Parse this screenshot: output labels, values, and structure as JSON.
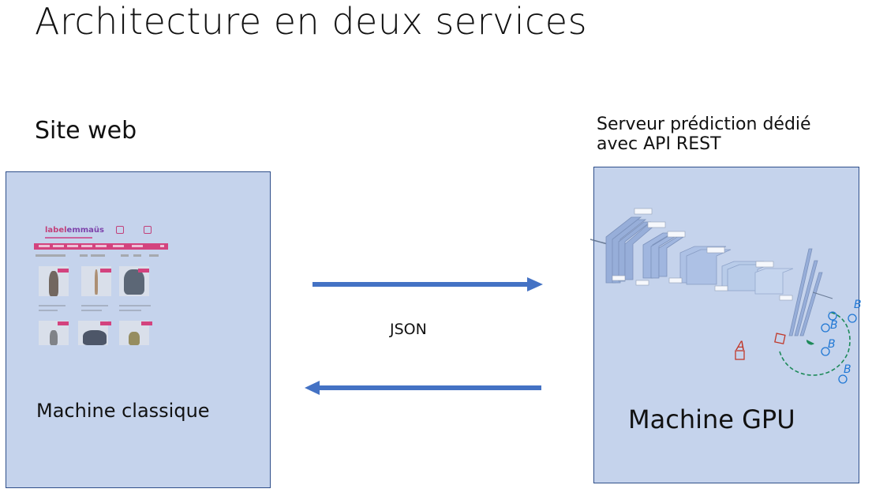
{
  "title": "Architecture en deux services",
  "left": {
    "heading": "Site web",
    "caption": "Machine classique",
    "thumbnail": {
      "logo_a": "label",
      "logo_b": "emmaüs"
    }
  },
  "right": {
    "heading_line1": "Serveur prédiction dédié",
    "heading_line2": "avec API REST",
    "caption": "Machine GPU",
    "classes": {
      "a": "A",
      "b": "B"
    }
  },
  "connection": {
    "label": "JSON",
    "arrow_color": "#4472c4"
  },
  "colors": {
    "box_fill": "#c5d3ec",
    "box_border": "#2f4f8a",
    "class_a": "#c0392b",
    "class_b": "#1f77d4",
    "boundary": "#1e8a5a"
  }
}
